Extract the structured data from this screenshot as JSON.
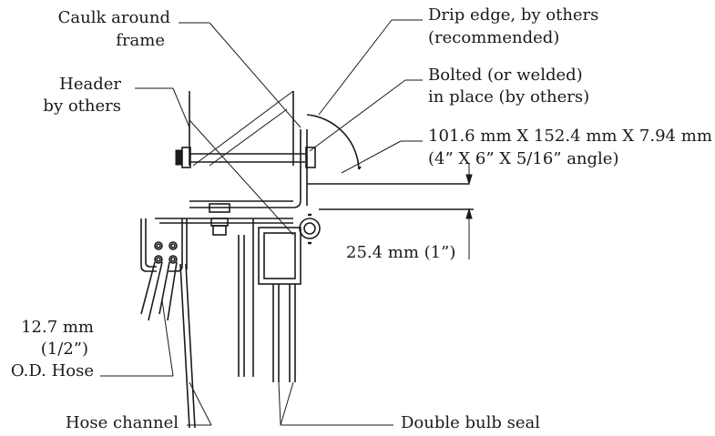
{
  "labels": {
    "caulk_line1": "Caulk around",
    "caulk_line2": "frame",
    "header_line1": "Header",
    "header_line2": "by others",
    "drip_line1": "Drip edge, by others",
    "drip_line2": "(recommended)",
    "bolted_line1": "Bolted (or welded)",
    "bolted_line2": "in place (by others)",
    "angle_line1": "101.6 mm X 152.4 mm X 7.94 mm",
    "angle_line2": "(4” X 6” X 5/16” angle)",
    "gap_label": "25.4 mm (1”)",
    "hose_line1": "12.7 mm",
    "hose_line2": "(1/2”)",
    "hose_line3": "O.D. Hose",
    "hose_channel": "Hose channel",
    "double_bulb": "Double bulb seal"
  }
}
